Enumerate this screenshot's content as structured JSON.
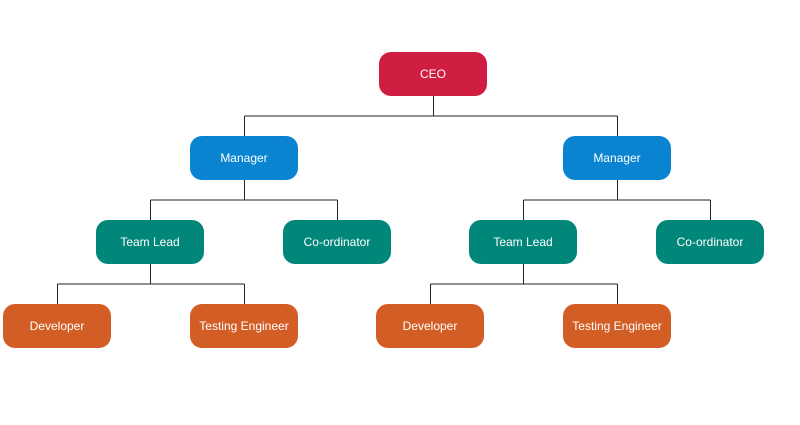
{
  "colors": {
    "ceo": "#cf1e42",
    "manager": "#0a84d0",
    "lead": "#01877a",
    "staff": "#d35e25",
    "line": "#222222"
  },
  "nodes": [
    {
      "id": "ceo",
      "label": "CEO",
      "level": "ceo"
    },
    {
      "id": "manager-left",
      "label": "Manager",
      "level": "manager"
    },
    {
      "id": "manager-right",
      "label": "Manager",
      "level": "manager"
    },
    {
      "id": "team-lead-left",
      "label": "Team Lead",
      "level": "lead"
    },
    {
      "id": "coordinator-left",
      "label": "Co-ordinator",
      "level": "lead"
    },
    {
      "id": "team-lead-right",
      "label": "Team Lead",
      "level": "lead"
    },
    {
      "id": "coordinator-right",
      "label": "Co-ordinator",
      "level": "lead"
    },
    {
      "id": "developer-left",
      "label": "Developer",
      "level": "staff"
    },
    {
      "id": "testing-engineer-left",
      "label": "Testing Engineer",
      "level": "staff"
    },
    {
      "id": "developer-right",
      "label": "Developer",
      "level": "staff"
    },
    {
      "id": "testing-engineer-right",
      "label": "Testing Engineer",
      "level": "staff"
    }
  ],
  "edges": [
    {
      "from": "ceo",
      "children": [
        "manager-left",
        "manager-right"
      ]
    },
    {
      "from": "manager-left",
      "children": [
        "team-lead-left",
        "coordinator-left"
      ]
    },
    {
      "from": "manager-right",
      "children": [
        "team-lead-right",
        "coordinator-right"
      ]
    },
    {
      "from": "team-lead-left",
      "children": [
        "developer-left",
        "testing-engineer-left"
      ]
    },
    {
      "from": "team-lead-right",
      "children": [
        "developer-right",
        "testing-engineer-right"
      ]
    }
  ]
}
